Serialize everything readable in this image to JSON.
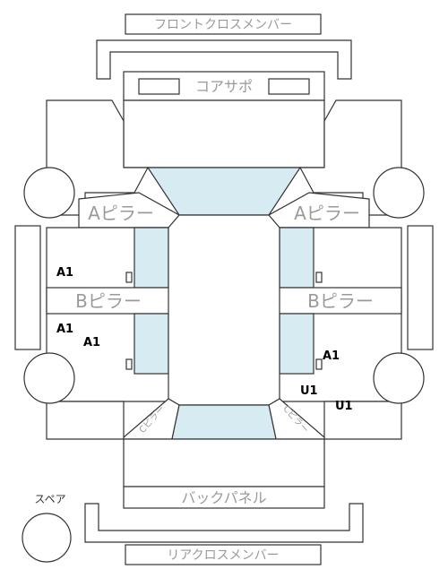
{
  "labels": {
    "front_cross_member": "フロントクロスメンバー",
    "core_support": "コアサポ",
    "a_pillar_left": "Aピラー",
    "a_pillar_right": "Aピラー",
    "b_pillar_left": "Bピラー",
    "b_pillar_right": "Bピラー",
    "back_panel": "バックパネル",
    "rear_cross_member": "リアクロスメンバー",
    "spare": "スペア",
    "c_pillar_left": "Cピラー",
    "c_pillar_right": "Cピラー"
  },
  "marks": {
    "front_left_door_upper": "A1",
    "front_left_door_lower_1": "A1",
    "front_left_door_lower_2": "A1",
    "right_rear_door": "A1",
    "rear_right_1": "U1",
    "rear_right_2": "U1"
  },
  "colors": {
    "glass": "#d6ecf2",
    "line": "#333333",
    "label_gray": "#9a9a9a"
  }
}
